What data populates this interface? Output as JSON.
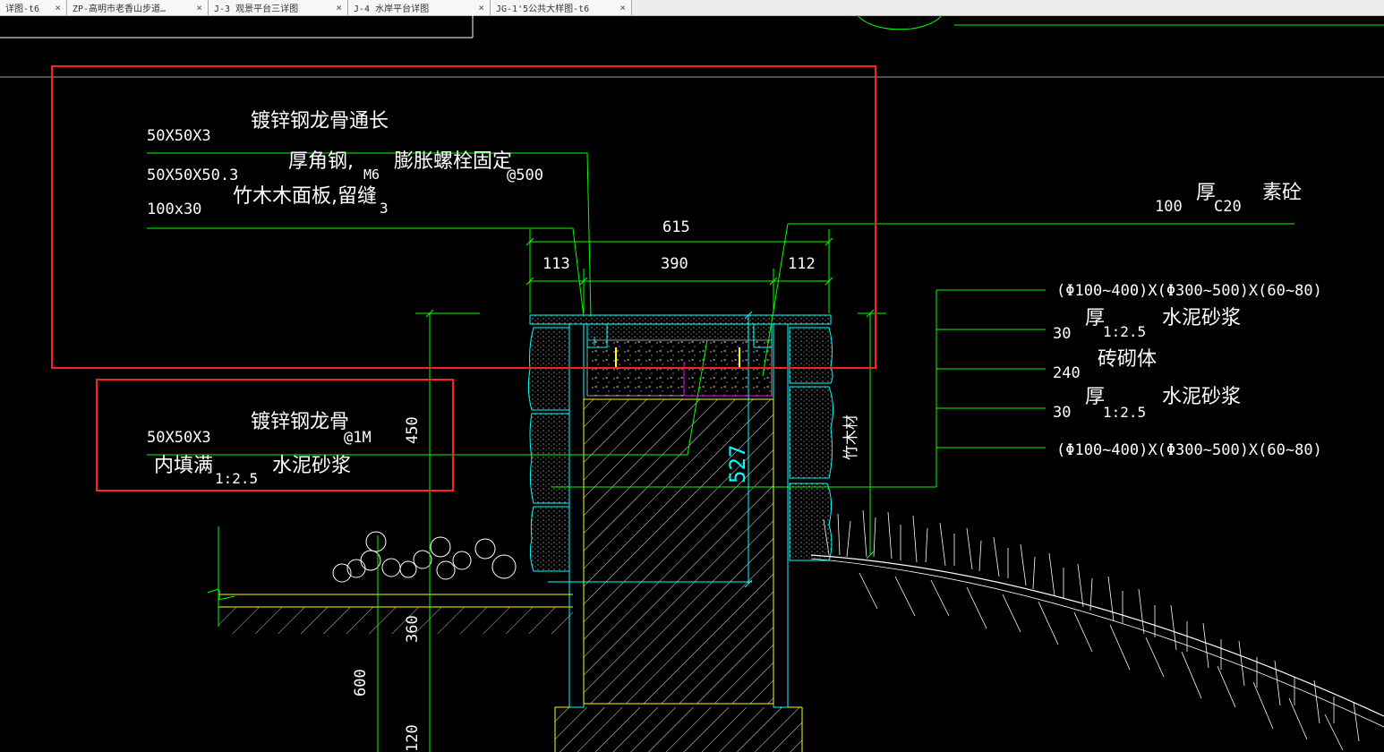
{
  "tabs": [
    "详图-t6",
    "ZP-高明市老香山步道…",
    "J-3 观景平台三详图",
    "J-4 水岸平台详图",
    "JG-1'5公共大样图-t6"
  ],
  "tab_close_glyph": "×",
  "annotations_top": {
    "line1_size": "50X50X3",
    "line1_text": "镀锌钢龙骨通长",
    "line2_size": "50X50X50.3",
    "line2_text_a": "厚角钢,",
    "line2_text_m6": "M6",
    "line2_text_b": "膨胀螺栓固定",
    "line2_spacing": "@500",
    "line3_size": "100x30",
    "line3_text": "竹木木面板,留缝",
    "line3_gap": "3"
  },
  "annotations_mid": {
    "line1_size": "50X50X3",
    "line1_text": "镀锌钢龙骨",
    "line1_spacing": "@1M",
    "line2_text_a": "内填满",
    "line2_ratio": "1:2.5",
    "line2_text_b": "水泥砂浆"
  },
  "dimensions": {
    "total": "615",
    "left": "113",
    "middle": "390",
    "right": "112",
    "height_left": "450",
    "height_inner": "527",
    "lower_360": "360",
    "lower_600": "600",
    "lower_120": "120"
  },
  "annotations_right": {
    "slab_thk": "100",
    "slab_text_a": "厚",
    "slab_grade": "C20",
    "slab_text_b": "素砼",
    "stone_1": "(Φ100~400)X(Φ300~500)X(60~80)",
    "mortar1_thk": "30",
    "mortar1_text_a": "厚",
    "mortar1_ratio": "1:2.5",
    "mortar1_text_b": "水泥砂浆",
    "brick_thk": "240",
    "brick_text": "砖砌体",
    "mortar2_thk": "30",
    "mortar2_text_a": "厚",
    "mortar2_ratio": "1:2.5",
    "mortar2_text_b": "水泥砂浆",
    "stone_2": "(Φ100~400)X(Φ300~500)X(60~80)",
    "vertical_label": "竹木材"
  },
  "colors": {
    "background": "#000000",
    "leader": "#00ff00",
    "dimension": "#00ff00",
    "structure": "#00ffff",
    "fill_outline": "#ffff00",
    "highlight_box": "#ff2020",
    "text": "#ffffff",
    "magenta": "#ff00ff"
  }
}
